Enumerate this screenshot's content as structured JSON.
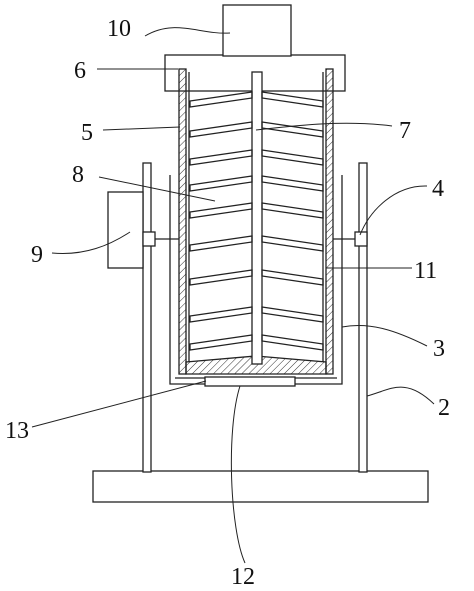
{
  "diagram": {
    "callouts": [
      {
        "id": "c1",
        "label": "10"
      },
      {
        "id": "c2",
        "label": "6"
      },
      {
        "id": "c3",
        "label": "5"
      },
      {
        "id": "c4",
        "label": "7"
      },
      {
        "id": "c5",
        "label": "8"
      },
      {
        "id": "c6",
        "label": "4"
      },
      {
        "id": "c7",
        "label": "9"
      },
      {
        "id": "c8",
        "label": "11"
      },
      {
        "id": "c9",
        "label": "3"
      },
      {
        "id": "c10",
        "label": "13"
      },
      {
        "id": "c11",
        "label": "2"
      },
      {
        "id": "c12",
        "label": "12"
      }
    ],
    "line_color": "#222222",
    "background": "#ffffff"
  }
}
